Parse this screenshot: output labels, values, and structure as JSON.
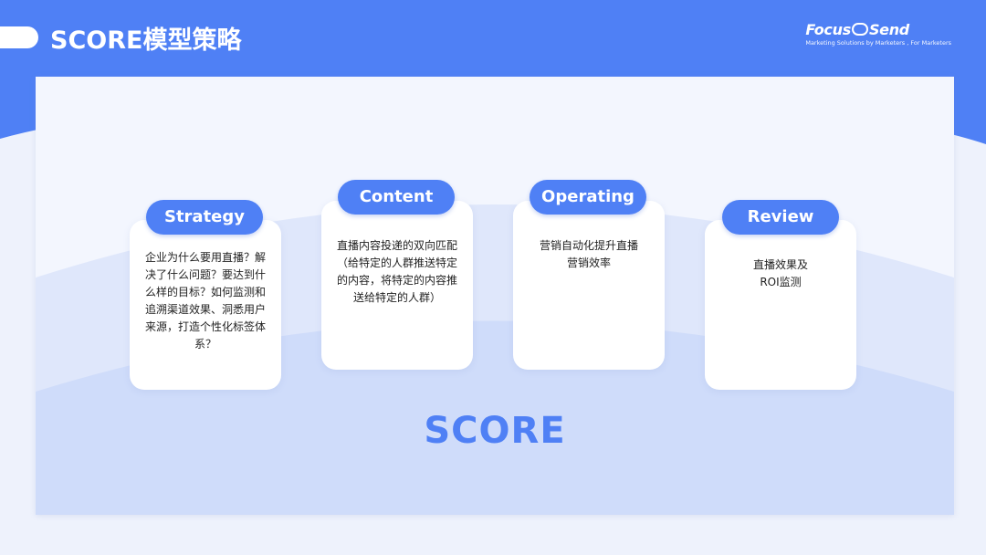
{
  "header": {
    "title": "SCORE模型策略",
    "brand_name_left": "Focus",
    "brand_name_right": "Send",
    "brand_tagline": "Marketing Solutions by Marketers , For Marketers"
  },
  "cards": [
    {
      "tag": "Strategy",
      "text": "企业为什么要用直播？解决了什么问题？要达到什么样的目标？如何监测和追溯渠道效果、洞悉用户来源，打造个性化标签体系？"
    },
    {
      "tag": "Content",
      "text": "直播内容投递的双向匹配（给特定的人群推送特定的内容，将特定的内容推送给特定的人群）"
    },
    {
      "tag": "Operating",
      "text": "营销自动化提升直播营销效率"
    },
    {
      "tag": "Review",
      "text": "直播效果及ROI监测"
    }
  ],
  "footer_label": "SCORE",
  "colors": {
    "accent": "#4f80f5",
    "background": "#eef2fc",
    "panel": "#f3f6fe"
  }
}
